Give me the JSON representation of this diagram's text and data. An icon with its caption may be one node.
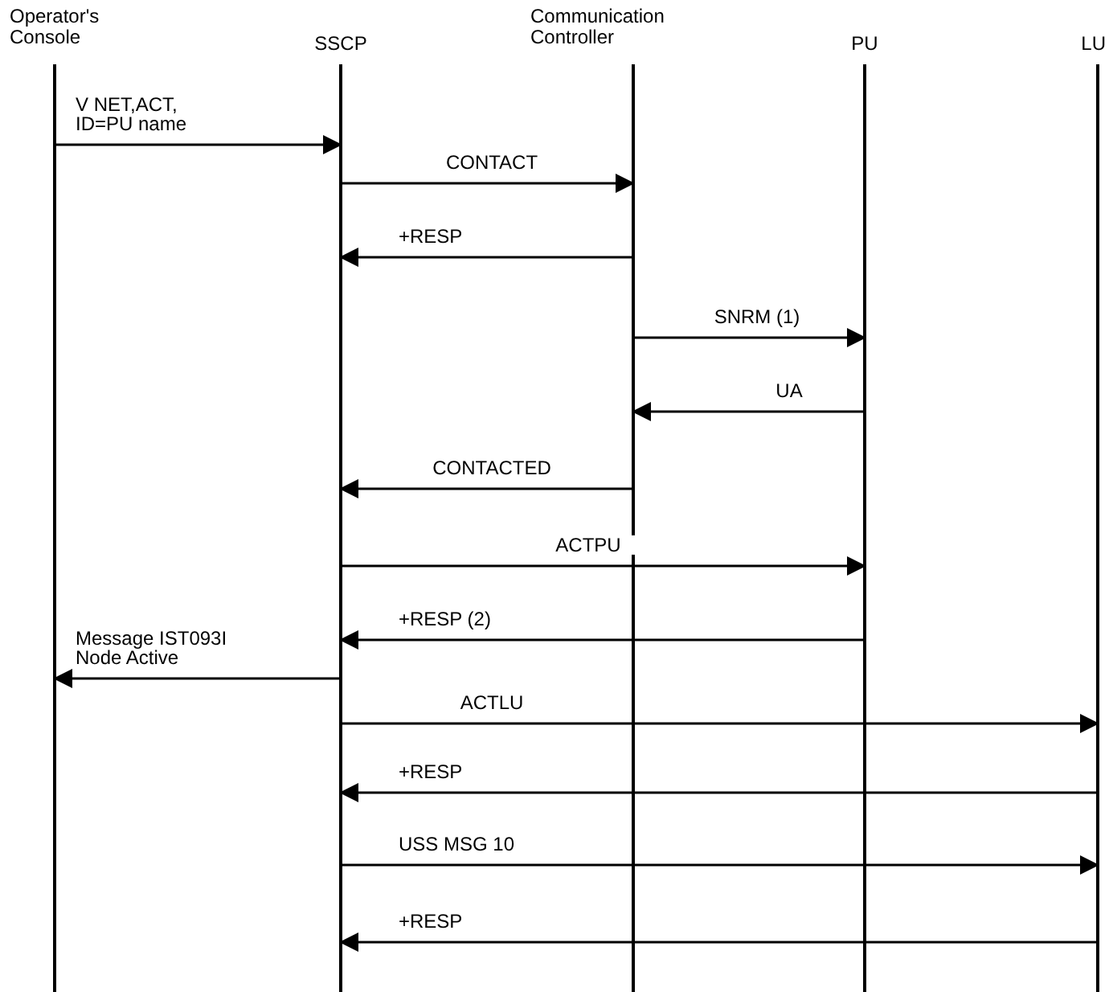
{
  "diagram": {
    "nodes": [
      {
        "text": [
          "Operator's Console"
        ]
      },
      {
        "text": [
          "SSCP"
        ]
      },
      {
        "text": [
          "Communication Controller"
        ]
      },
      {
        "text": [
          "PU"
        ]
      },
      {
        "text": [
          "LU"
        ]
      }
    ],
    "edges": [
      {
        "from": 0,
        "to": 1,
        "arrow": "to",
        "label": "V NET,ACT, ID=PU name"
      },
      {
        "from": 1,
        "to": 2,
        "arrow": "to",
        "label": "CONTACT"
      },
      {
        "from": 2,
        "to": 1,
        "arrow": "to",
        "label": "+RESP"
      },
      {
        "from": 2,
        "to": 3,
        "arrow": "to",
        "label": "SNRM (1)"
      },
      {
        "from": 3,
        "to": 2,
        "arrow": "to",
        "label": "UA"
      },
      {
        "from": 2,
        "to": 1,
        "arrow": "to",
        "label": "CONTACTED"
      },
      {
        "from": 1,
        "to": 3,
        "arrow": "to",
        "label": "ACTPU"
      },
      {
        "from": 3,
        "to": 1,
        "arrow": "to",
        "label": "+RESP (2)"
      },
      {
        "from": 1,
        "to": 0,
        "arrow": "to",
        "label": "Message IST093I Node Active"
      },
      {
        "from": 1,
        "to": 4,
        "arrow": "to",
        "label": "ACTLU"
      },
      {
        "from": 4,
        "to": 1,
        "arrow": "to",
        "label": "+RESP"
      },
      {
        "from": 1,
        "to": 4,
        "arrow": "to",
        "label": "USS MSG 10"
      },
      {
        "from": 4,
        "to": 1,
        "arrow": "to",
        "label": "+RESP"
      }
    ]
  }
}
